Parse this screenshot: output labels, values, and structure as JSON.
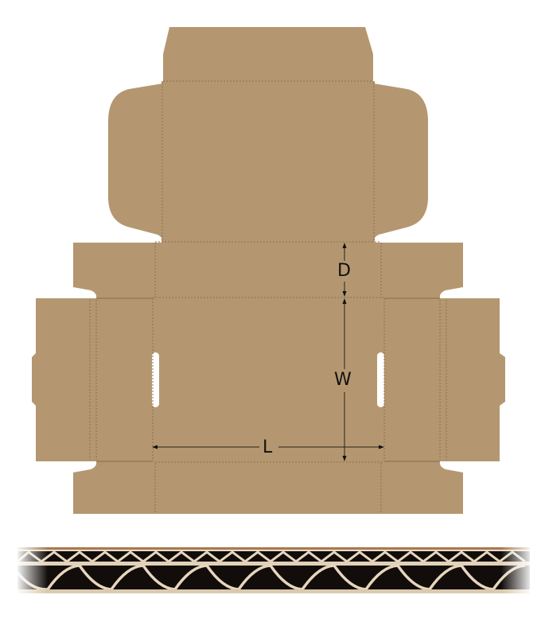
{
  "diagram": {
    "title": "Mailer box die-cut template",
    "colors": {
      "board": "#b49770",
      "crease": "#8a7150",
      "cut_line": "#8f7452",
      "dimension": "#2a2218",
      "background": "#ffffff"
    },
    "dimensions": {
      "depth_label": "D",
      "width_label": "W",
      "length_label": "L"
    },
    "panels": [
      {
        "name": "lid-tuck-flap"
      },
      {
        "name": "lid-top-panel"
      },
      {
        "name": "lid-left-dust-flap"
      },
      {
        "name": "lid-right-dust-flap"
      },
      {
        "name": "back-wall"
      },
      {
        "name": "base-panel"
      },
      {
        "name": "front-wall"
      },
      {
        "name": "left-side-wall"
      },
      {
        "name": "right-side-wall"
      },
      {
        "name": "left-side-outer-panel"
      },
      {
        "name": "right-side-outer-panel"
      },
      {
        "name": "corner-dust-flaps"
      }
    ],
    "material": {
      "name": "Double-wall corrugated board cross-section"
    }
  }
}
